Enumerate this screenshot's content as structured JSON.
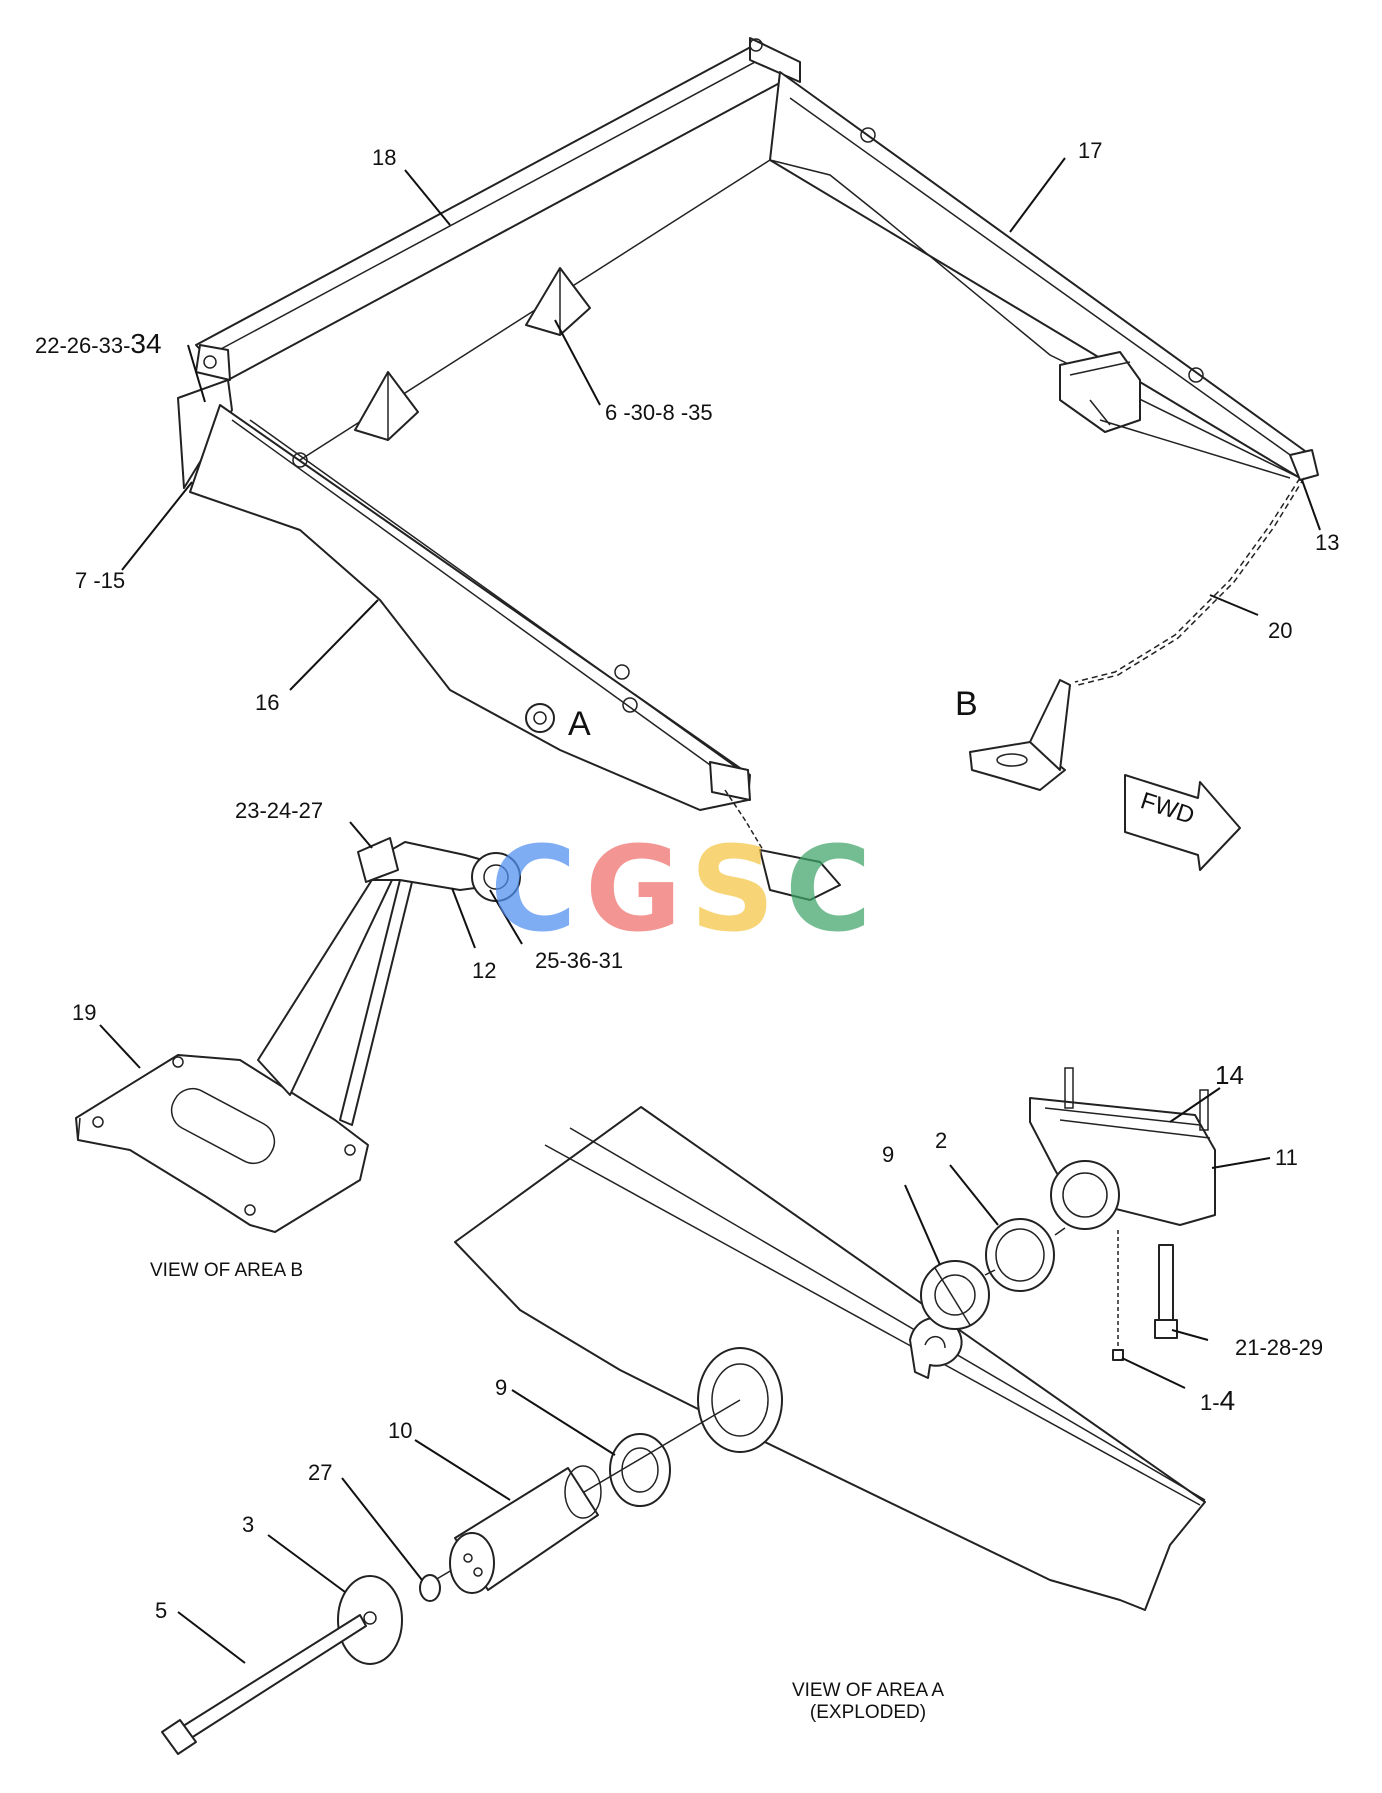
{
  "callouts": {
    "c18": "18",
    "c17": "17",
    "c22": "22-26-33-",
    "c22b": "34",
    "c6": "6 -30-8 -35",
    "c7": "7 -15",
    "c13": "13",
    "c20": "20",
    "c16": "16",
    "cA": "A",
    "cB": "B",
    "c23": "23-24-27",
    "c12": "12",
    "c25": "25-36-31",
    "c19": "19",
    "c14": "14",
    "c11": "11",
    "c9a": "9",
    "c2": "2",
    "c21": "21-28-29",
    "c1": "1-",
    "c1b": "4",
    "c9b": "9",
    "c10": "10",
    "c27": "27",
    "c3": "3",
    "c5": "5"
  },
  "fwd_label": "FWD",
  "captions": {
    "view_b": "VIEW OF AREA  B",
    "view_a_line1": "VIEW OF AREA  A",
    "view_a_line2": "(EXPLODED)"
  },
  "watermark": {
    "letters": [
      "C",
      "G",
      "S",
      "C"
    ],
    "colors": [
      "#4f8ef0",
      "#ef6f6a",
      "#f5c542",
      "#3fa56a"
    ]
  }
}
